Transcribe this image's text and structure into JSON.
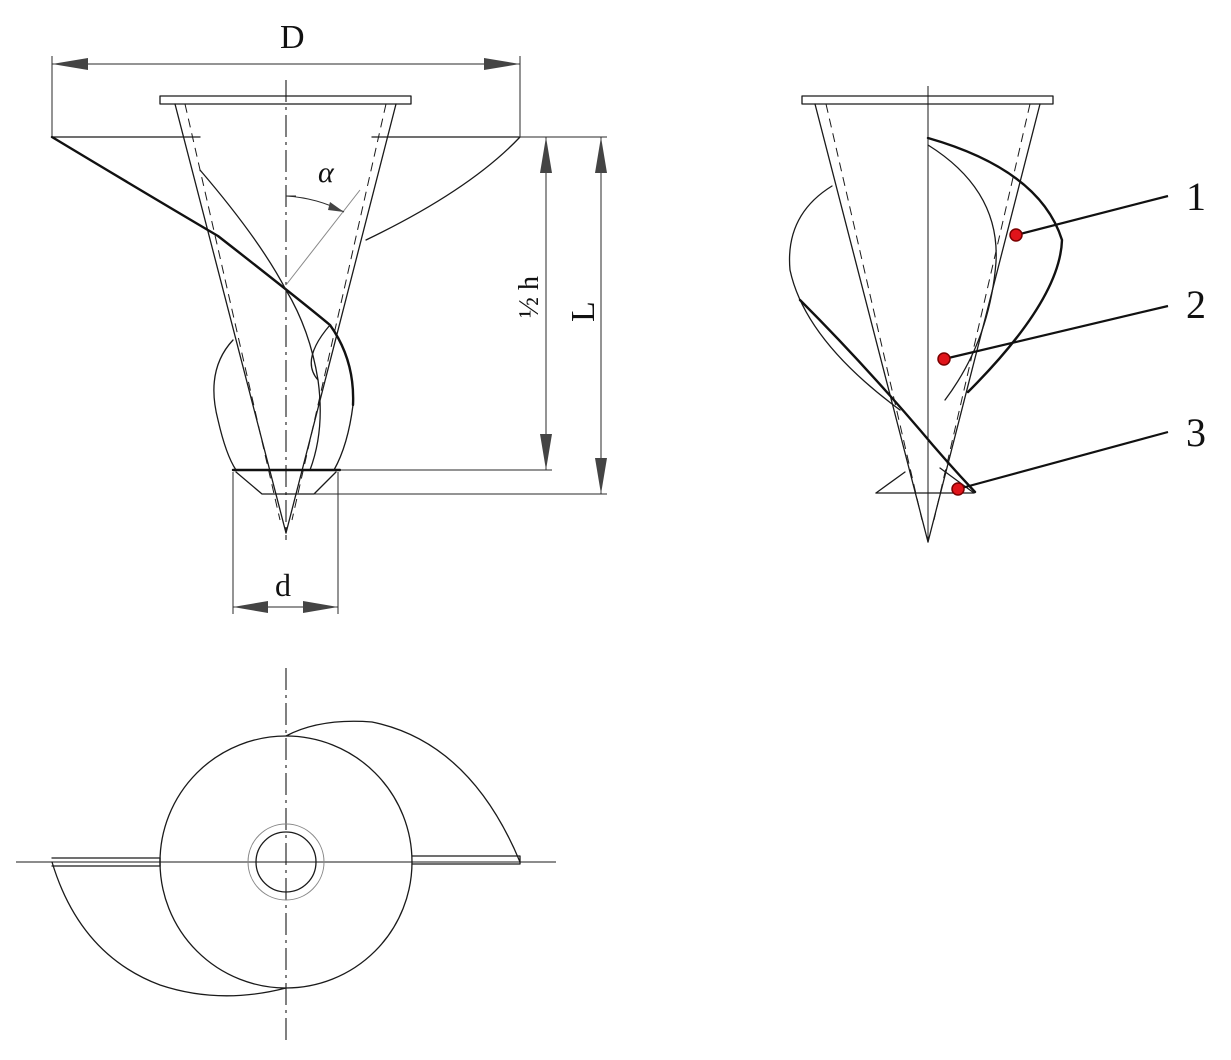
{
  "dimensions": {
    "outer_diameter": "D",
    "inner_diameter": "d",
    "half_pitch": "½ h",
    "length": "L",
    "angle": "α"
  },
  "callouts": [
    {
      "label": "1"
    },
    {
      "label": "2"
    },
    {
      "label": "3"
    }
  ],
  "colors": {
    "line": "#1a1a1a",
    "callout_marker": "#e0141a",
    "background": "#ffffff"
  }
}
